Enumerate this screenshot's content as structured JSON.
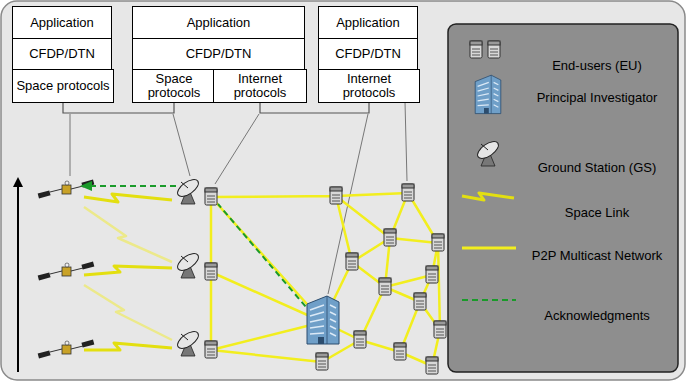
{
  "diagram": {
    "nodes": [
      {
        "text": [
          "Application"
        ]
      },
      {
        "text": [
          "CFDP/DTN"
        ]
      },
      {
        "text": [
          "Space protocols"
        ]
      },
      {
        "text": [
          "Application"
        ]
      },
      {
        "text": [
          "CFDP/DTN"
        ]
      },
      {
        "text": [
          "Space protocols"
        ]
      },
      {
        "text": [
          "Internet protocols"
        ]
      },
      {
        "text": [
          "Application"
        ]
      },
      {
        "text": [
          "CFDP/DTN"
        ]
      },
      {
        "text": [
          "Internet protocols"
        ]
      }
    ],
    "edges": [
      {
        "from": 2,
        "to": 5,
        "arrow": "none"
      },
      {
        "from": 6,
        "to": 9,
        "arrow": "none"
      }
    ],
    "legend": [
      {
        "text": "End-users (EU)"
      },
      {
        "text": "Principal Investigator"
      },
      {
        "text": "Ground Station (GS)"
      },
      {
        "text": "Space Link"
      },
      {
        "text": "P2P Multicast Network"
      },
      {
        "text": "Acknowledgments"
      }
    ]
  }
}
